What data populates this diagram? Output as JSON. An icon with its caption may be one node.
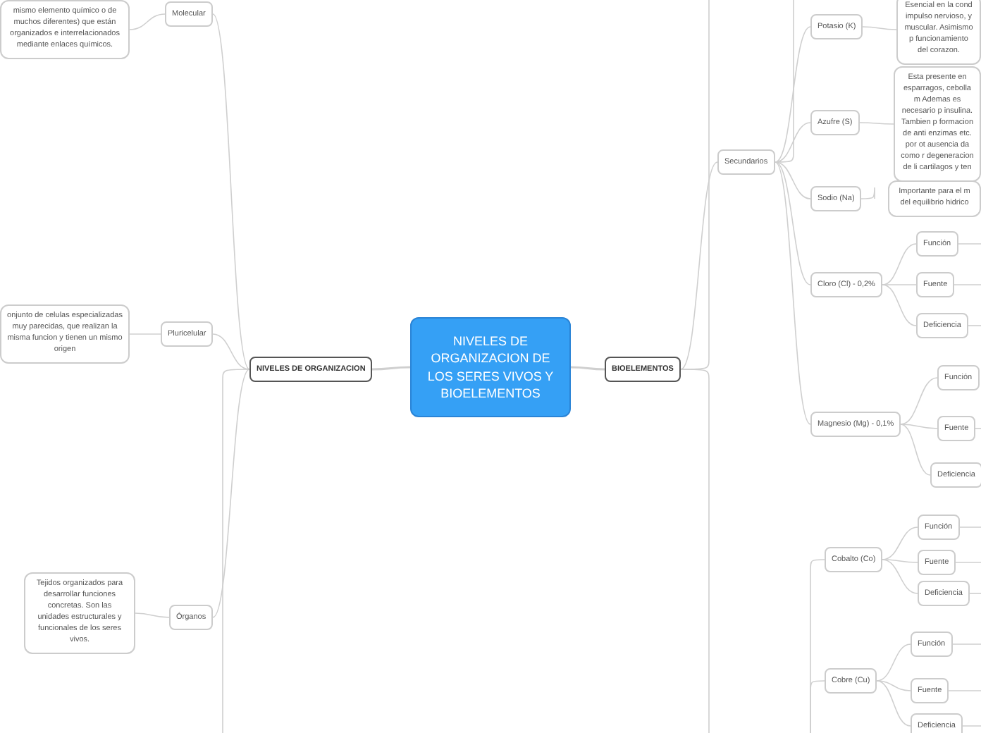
{
  "diagram": {
    "nodes": [
      {
        "text": [
          "NIVELES DE ORGANIZACION DE LOS SERES VIVOS Y BIOELEMENTOS"
        ]
      },
      {
        "text": [
          "NIVELES DE ORGANIZACION"
        ]
      },
      {
        "text": [
          "Molecular"
        ]
      },
      {
        "text": [
          "mismo elemento químico o de muchos diferentes) que están organizados e interrelacionados mediante enlaces químicos."
        ]
      },
      {
        "text": [
          "Pluricelular"
        ]
      },
      {
        "text": [
          "onjunto de celulas especializadas muy parecidas, que realizan la misma funcion y tienen un mismo origen"
        ]
      },
      {
        "text": [
          "Órganos"
        ]
      },
      {
        "text": [
          "Tejidos organizados para desarrollar funciones concretas. Son las unidades estructurales y funcionales de los seres vivos."
        ]
      },
      {
        "text": [
          "BIOELEMENTOS"
        ]
      },
      {
        "text": [
          "Secundarios"
        ]
      },
      {
        "text": [
          "Potasio (K)"
        ]
      },
      {
        "text": [
          "Esencial en la cond impulso nervioso, y muscular. Asimismo p funcionamiento del corazon."
        ]
      },
      {
        "text": [
          "Azufre (S)"
        ]
      },
      {
        "text": [
          "Esta presente en esparragos, cebolla m Ademas es necesario p insulina. Tambien p formacion de anti enzimas etc. por ot ausencia da como r degeneracion de li cartilagos y ten"
        ]
      },
      {
        "text": [
          "Sodio (Na)"
        ]
      },
      {
        "text": [
          "Importante para el m del equilibrio hidrico"
        ]
      },
      {
        "text": [
          "Cloro (Cl) - 0,2%"
        ]
      },
      {
        "text": [
          "Función"
        ]
      },
      {
        "text": [
          "Fuente"
        ]
      },
      {
        "text": [
          "Deficiencia"
        ]
      },
      {
        "text": [
          "Magnesio (Mg) - 0,1%"
        ]
      },
      {
        "text": [
          "Función"
        ]
      },
      {
        "text": [
          "Fuente"
        ]
      },
      {
        "text": [
          "Deficiencia"
        ]
      },
      {
        "text": [
          "Cobalto (Co)"
        ]
      },
      {
        "text": [
          "Función"
        ]
      },
      {
        "text": [
          "Fuente"
        ]
      },
      {
        "text": [
          "Deficiencia"
        ]
      },
      {
        "text": [
          "Cobre (Cu)"
        ]
      },
      {
        "text": [
          "Función"
        ]
      },
      {
        "text": [
          "Fuente"
        ]
      },
      {
        "text": [
          "Deficiencia"
        ]
      }
    ],
    "edges": [
      {
        "from": 0,
        "to": 1,
        "arrow": "none"
      },
      {
        "from": 0,
        "to": 8,
        "arrow": "none"
      },
      {
        "from": 1,
        "to": 2,
        "arrow": "none"
      },
      {
        "from": 1,
        "to": 4,
        "arrow": "none"
      },
      {
        "from": 1,
        "to": 6,
        "arrow": "none"
      },
      {
        "from": 1,
        "to": null,
        "arrow": "none"
      },
      {
        "from": 2,
        "to": 3,
        "arrow": "none"
      },
      {
        "from": 4,
        "to": 5,
        "arrow": "none"
      },
      {
        "from": 6,
        "to": 7,
        "arrow": "none"
      },
      {
        "from": 8,
        "to": 9,
        "arrow": "none"
      },
      {
        "from": 8,
        "to": null,
        "arrow": "none"
      },
      {
        "from": 8,
        "to": null,
        "arrow": "none"
      },
      {
        "from": 9,
        "to": null,
        "arrow": "none"
      },
      {
        "from": 9,
        "to": 10,
        "arrow": "none"
      },
      {
        "from": 9,
        "to": 12,
        "arrow": "none"
      },
      {
        "from": 9,
        "to": 14,
        "arrow": "none"
      },
      {
        "from": 9,
        "to": 16,
        "arrow": "none"
      },
      {
        "from": 9,
        "to": 20,
        "arrow": "none"
      },
      {
        "from": 10,
        "to": 11,
        "arrow": "none"
      },
      {
        "from": 12,
        "to": 13,
        "arrow": "none"
      },
      {
        "from": 14,
        "to": 15,
        "arrow": "none"
      },
      {
        "from": 16,
        "to": 17,
        "arrow": "none"
      },
      {
        "from": 16,
        "to": 18,
        "arrow": "none"
      },
      {
        "from": 16,
        "to": 19,
        "arrow": "none"
      },
      {
        "from": 20,
        "to": 21,
        "arrow": "none"
      },
      {
        "from": 20,
        "to": 22,
        "arrow": "none"
      },
      {
        "from": 20,
        "to": 23,
        "arrow": "none"
      },
      {
        "from": null,
        "to": 24,
        "arrow": "none"
      },
      {
        "from": null,
        "to": 28,
        "arrow": "none"
      },
      {
        "from": 24,
        "to": 25,
        "arrow": "none"
      },
      {
        "from": 24,
        "to": 26,
        "arrow": "none"
      },
      {
        "from": 24,
        "to": 27,
        "arrow": "none"
      },
      {
        "from": 28,
        "to": 29,
        "arrow": "none"
      },
      {
        "from": 28,
        "to": 30,
        "arrow": "none"
      },
      {
        "from": 28,
        "to": 31,
        "arrow": "none"
      },
      {
        "from": 17,
        "to": null,
        "arrow": "none"
      },
      {
        "from": 18,
        "to": null,
        "arrow": "none"
      },
      {
        "from": 19,
        "to": null,
        "arrow": "none"
      },
      {
        "from": 22,
        "to": null,
        "arrow": "none"
      },
      {
        "from": 25,
        "to": null,
        "arrow": "none"
      },
      {
        "from": 26,
        "to": null,
        "arrow": "none"
      },
      {
        "from": 27,
        "to": null,
        "arrow": "none"
      },
      {
        "from": 29,
        "to": null,
        "arrow": "none"
      },
      {
        "from": 30,
        "to": null,
        "arrow": "none"
      },
      {
        "from": 31,
        "to": null,
        "arrow": "none"
      }
    ]
  }
}
